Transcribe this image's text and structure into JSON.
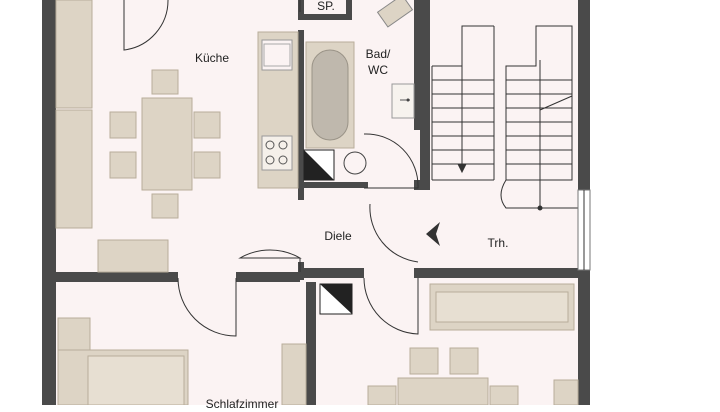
{
  "floorplan": {
    "colors": {
      "wall": "#4a4a4a",
      "floor": "#fbf3f3",
      "furniture": "#ddd4c5",
      "furniture_stroke": "#b8ad9a",
      "line": "#333333"
    },
    "rooms": {
      "kueche": "Küche",
      "bad_wc_line1": "Bad/",
      "bad_wc_line2": "WC",
      "speisekammer": "SP.",
      "diele": "Diele",
      "treppenhaus": "Trh.",
      "schlafzimmer": "Schlafzimmer"
    },
    "icons": {
      "stair_direction": "arrow-left-icon",
      "shaft": "shaft-icon"
    }
  }
}
